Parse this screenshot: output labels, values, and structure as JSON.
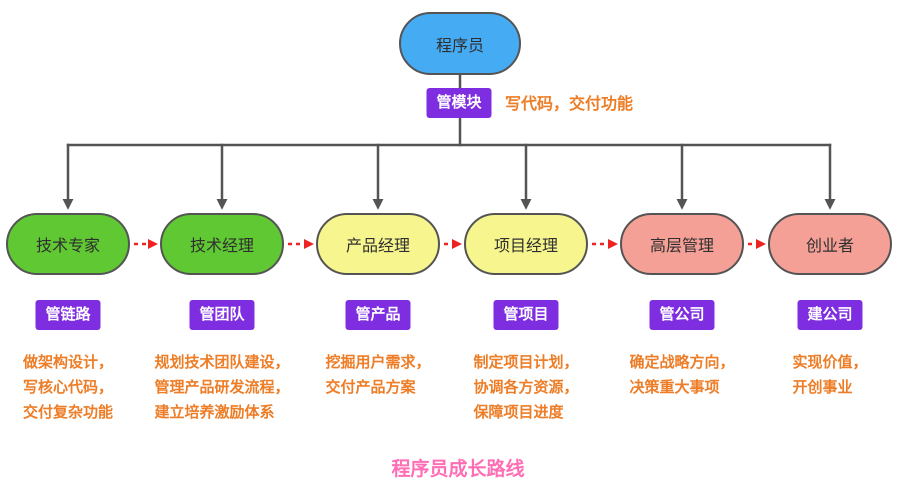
{
  "colors": {
    "root_node": "#45ABF3",
    "green": "#5FC833",
    "yellow": "#F7F58D",
    "pink": "#F5A097",
    "badge": "#7E2EE0",
    "desc_text": "#ED7D26",
    "connector": "#545454",
    "transition_arrow": "#EE2222",
    "title": "#FF6EB4"
  },
  "root": {
    "label": "程序员",
    "badge": "管模块",
    "desc": "写代码，交付功能"
  },
  "columns": [
    {
      "node": "技术专家",
      "color": "#5FC833",
      "badge": "管链路",
      "desc": [
        "做架构设计，",
        "写核心代码，",
        "交付复杂功能"
      ]
    },
    {
      "node": "技术经理",
      "color": "#5FC833",
      "badge": "管团队",
      "desc": [
        "规划技术团队建设，",
        "管理产品研发流程，",
        "建立培养激励体系"
      ]
    },
    {
      "node": "产品经理",
      "color": "#F7F58D",
      "badge": "管产品",
      "desc": [
        "挖掘用户需求，",
        "交付产品方案"
      ]
    },
    {
      "node": "项目经理",
      "color": "#F7F58D",
      "badge": "管项目",
      "desc": [
        "制定项目计划，",
        "协调各方资源，",
        "保障项目进度"
      ]
    },
    {
      "node": "高层管理",
      "color": "#F5A097",
      "badge": "管公司",
      "desc": [
        "确定战略方向，",
        "决策重大事项"
      ]
    },
    {
      "node": "创业者",
      "color": "#F5A097",
      "badge": "建公司",
      "desc": [
        "实现价值，",
        "开创事业"
      ]
    }
  ],
  "title": "程序员成长路线"
}
